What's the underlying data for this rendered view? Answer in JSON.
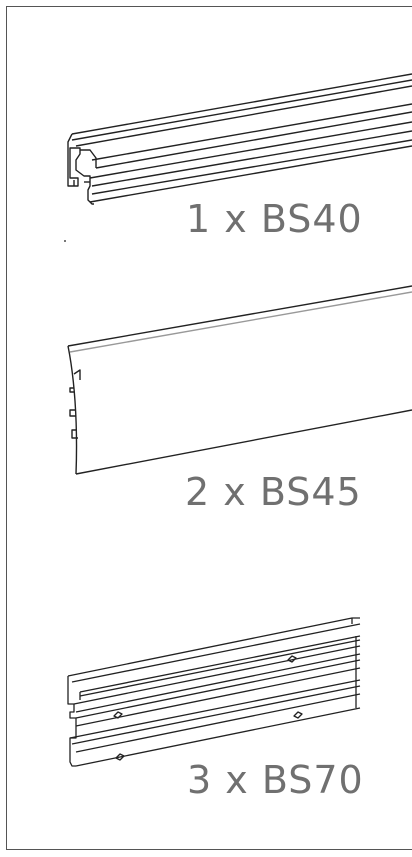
{
  "parts": [
    {
      "id": "bs40",
      "label": "1 x BS40"
    },
    {
      "id": "bs45",
      "label": "2 x BS45"
    },
    {
      "id": "bs70",
      "label": "3 x BS70"
    }
  ],
  "colors": {
    "line": "#222222",
    "label": "#707070",
    "frame": "#555555"
  },
  "icons": [
    "bs40-profile-drawing",
    "bs45-profile-drawing",
    "bs70-profile-drawing"
  ]
}
